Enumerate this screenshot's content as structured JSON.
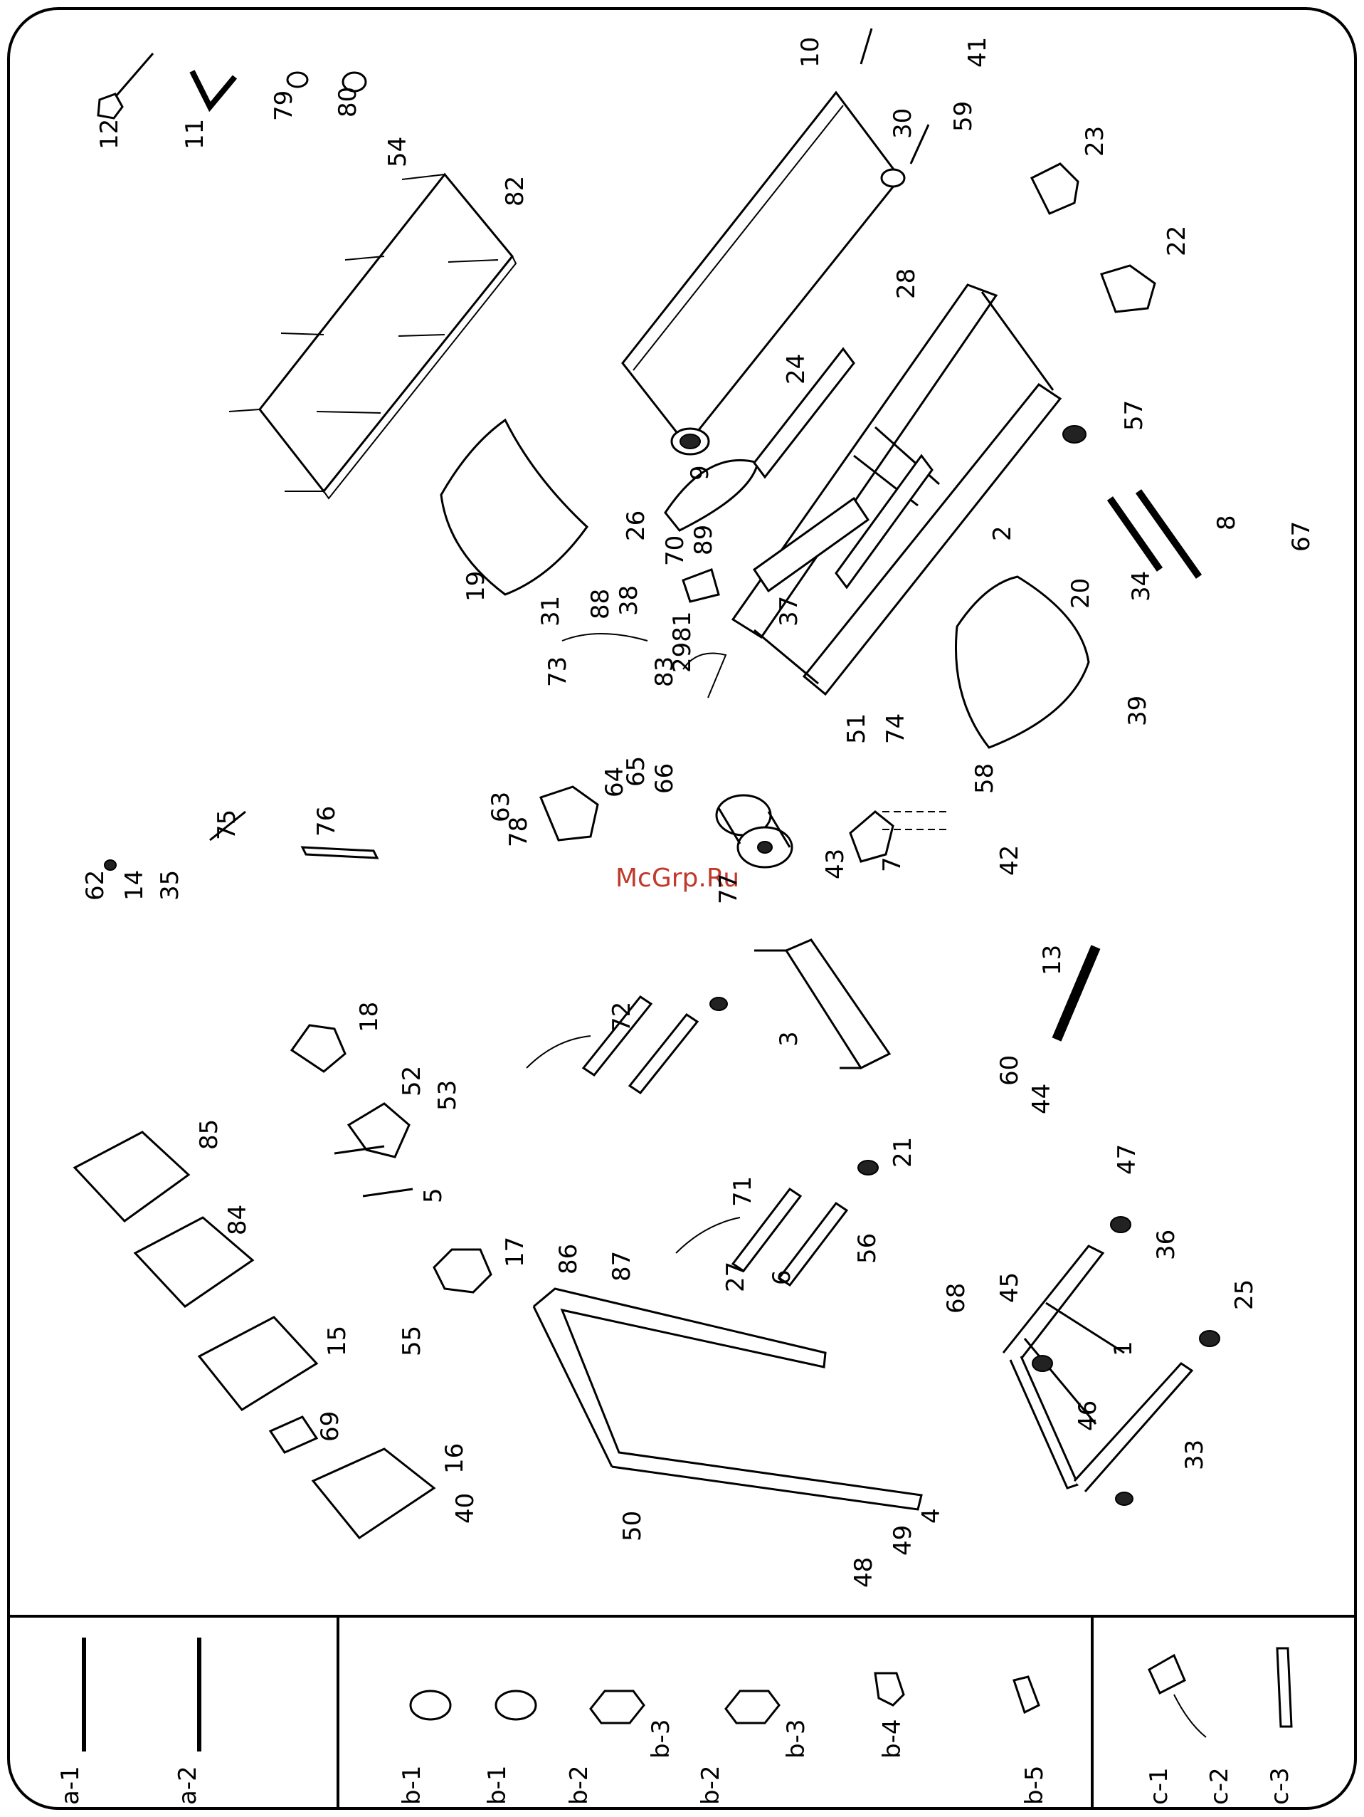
{
  "watermark": "McGrp.Ru",
  "part_labels": [
    "1",
    "2",
    "3",
    "4",
    "5",
    "6",
    "7",
    "8",
    "9",
    "10",
    "11",
    "12",
    "13",
    "14",
    "15",
    "16",
    "17",
    "18",
    "19",
    "20",
    "21",
    "22",
    "23",
    "24",
    "25",
    "26",
    "27",
    "28",
    "2981",
    "30",
    "31",
    "33",
    "34",
    "35",
    "36",
    "37",
    "38",
    "39",
    "40",
    "41",
    "42",
    "43",
    "44",
    "45",
    "46",
    "47",
    "48",
    "49",
    "50",
    "51",
    "52",
    "53",
    "54",
    "55",
    "56",
    "57",
    "58",
    "59",
    "60",
    "62",
    "63",
    "64",
    "65",
    "66",
    "67",
    "68",
    "69",
    "70",
    "71",
    "72",
    "73",
    "74",
    "75",
    "76",
    "77",
    "78",
    "79",
    "80",
    "82",
    "83",
    "84",
    "85",
    "86",
    "87",
    "88",
    "89"
  ],
  "legend": {
    "a": [
      "a-1",
      "a-2"
    ],
    "b": [
      "b-1",
      "b-1",
      "b-2",
      "b-3",
      "b-2",
      "b-3",
      "b-4",
      "b-5"
    ],
    "c": [
      "c-1",
      "c-2",
      "c-3"
    ]
  }
}
